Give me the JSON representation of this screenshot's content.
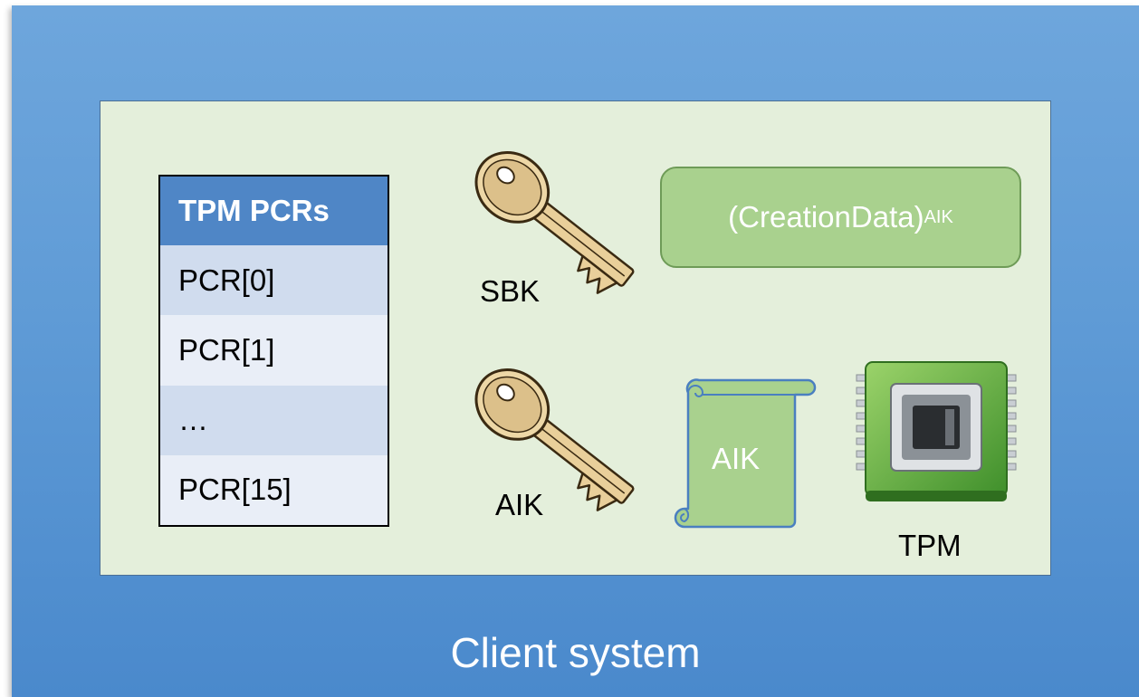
{
  "footer": {
    "title": "Client system"
  },
  "pcr_table": {
    "header": "TPM PCRs",
    "rows": [
      "PCR[0]",
      "PCR[1]",
      "…",
      "PCR[15]"
    ]
  },
  "keys": {
    "sbk_label": "SBK",
    "aik_label": "AIK"
  },
  "creation_data": {
    "text": "(CreationData)",
    "subscript": "AIK"
  },
  "certificate": {
    "label": "AIK"
  },
  "tpm": {
    "label": "TPM"
  },
  "colors": {
    "background": "#5f9bd6",
    "inner_panel": "#e4efdb",
    "table_header": "#4f86c6",
    "green_box": "#a9d18e"
  },
  "icons": [
    "key-icon",
    "scroll-icon",
    "chip-icon"
  ]
}
